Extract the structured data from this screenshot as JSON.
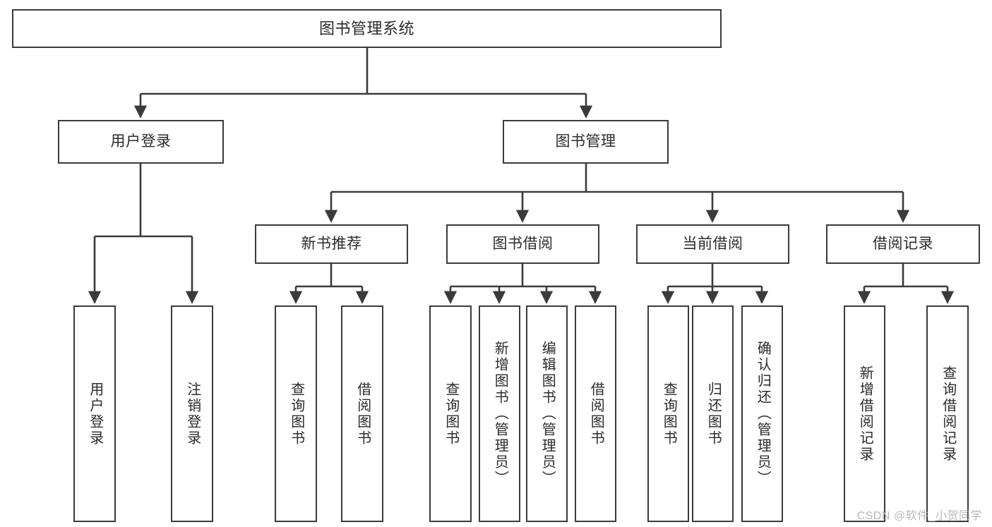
{
  "diagram": {
    "title": "图书管理系统",
    "type": "tree-hierarchy-chart",
    "colors": {
      "box_border": "#3b3b3b",
      "box_fill": "#ffffff",
      "edge": "#3b3b3b",
      "text": "#2b2b2b",
      "watermark": "#b9b9b9",
      "background": "#ffffff"
    },
    "root": {
      "label": "图书管理系统"
    },
    "level2": [
      {
        "label": "用户登录"
      },
      {
        "label": "图书管理"
      }
    ],
    "level3": [
      {
        "label": "新书推荐"
      },
      {
        "label": "图书借阅"
      },
      {
        "label": "当前借阅"
      },
      {
        "label": "借阅记录"
      }
    ],
    "leaves": [
      {
        "label": "用户登录"
      },
      {
        "label": "注销登录"
      },
      {
        "label": "查询图书"
      },
      {
        "label": "借阅图书"
      },
      {
        "label": "查询图书"
      },
      {
        "label": "新增图书（管理员）"
      },
      {
        "label": "编辑图书（管理员）"
      },
      {
        "label": "借阅图书"
      },
      {
        "label": "查询图书"
      },
      {
        "label": "归还图书"
      },
      {
        "label": "确认归还（管理员）"
      },
      {
        "label": "新增借阅记录"
      },
      {
        "label": "查询借阅记录"
      }
    ],
    "watermark": "CSDN @软件_小贺同学"
  }
}
